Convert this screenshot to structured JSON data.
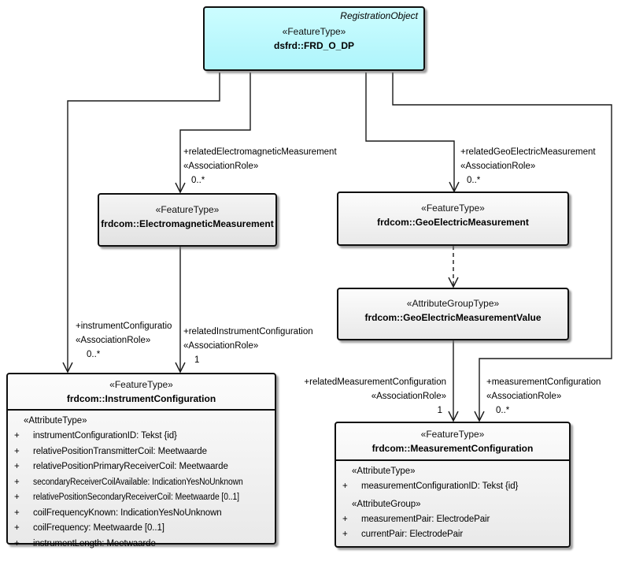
{
  "diagram": {
    "classes": {
      "frd_o_dp": {
        "annotation": "RegistrationObject",
        "stereotype": "«FeatureType»",
        "name": "dsfrd::FRD_O_DP"
      },
      "electromagnetic_measurement": {
        "stereotype": "«FeatureType»",
        "name": "frdcom::ElectromagneticMeasurement"
      },
      "geoelectric_measurement": {
        "stereotype": "«FeatureType»",
        "name": "frdcom::GeoElectricMeasurement"
      },
      "geoelectric_measurement_value": {
        "stereotype": "«AttributeGroupType»",
        "name": "frdcom::GeoElectricMeasurementValue"
      },
      "instrument_configuration": {
        "stereotype": "«FeatureType»",
        "name": "frdcom::InstrumentConfiguration",
        "sections": [
          {
            "heading": "«AttributeType»",
            "attributes": [
              {
                "vis": "+",
                "text": "instrumentConfigurationID: Tekst {id}"
              },
              {
                "vis": "+",
                "text": "relativePositionTransmitterCoil: Meetwaarde"
              },
              {
                "vis": "+",
                "text": "relativePositionPrimaryReceiverCoil: Meetwaarde"
              },
              {
                "vis": "+",
                "text": "secondaryReceiverCoilAvailable: IndicationYesNoUnknown"
              },
              {
                "vis": "+",
                "text": "relativePositionSecondaryReceiverCoil: Meetwaarde [0..1]"
              },
              {
                "vis": "+",
                "text": "coilFrequencyKnown: IndicationYesNoUnknown"
              },
              {
                "vis": "+",
                "text": "coilFrequency: Meetwaarde [0..1]"
              },
              {
                "vis": "+",
                "text": "instrumentLength: Meetwaarde"
              }
            ]
          }
        ]
      },
      "measurement_configuration": {
        "stereotype": "«FeatureType»",
        "name": "frdcom::MeasurementConfiguration",
        "sections": [
          {
            "heading": "«AttributeType»",
            "attributes": [
              {
                "vis": "+",
                "text": "measurementConfigurationID: Tekst {id}"
              }
            ]
          },
          {
            "heading": "«AttributeGroup»",
            "attributes": [
              {
                "vis": "+",
                "text": "measurementPair: ElectrodePair"
              },
              {
                "vis": "+",
                "text": "currentPair: ElectrodePair"
              }
            ]
          }
        ]
      }
    },
    "association_labels": {
      "related_electromagnetic": {
        "role": "+relatedElectromagneticMeasurement",
        "stereotype": "«AssociationRole»",
        "multiplicity": "0..*"
      },
      "related_geoelectric": {
        "role": "+relatedGeoElectricMeasurement",
        "stereotype": "«AssociationRole»",
        "multiplicity": "0..*"
      },
      "instrument_configuration": {
        "role": "+instrumentConfiguratio",
        "stereotype": "«AssociationRole»",
        "multiplicity": "0..*"
      },
      "related_instrument_configuration": {
        "role": "+relatedInstrumentConfiguration",
        "stereotype": "«AssociationRole»",
        "multiplicity": "1"
      },
      "related_measurement_configuration": {
        "role": "+relatedMeasurementConfiguration",
        "stereotype": "«AssociationRole»",
        "multiplicity": "1"
      },
      "measurement_configuration": {
        "role": "+measurementConfiguration",
        "stereotype": "«AssociationRole»",
        "multiplicity": "0..*"
      }
    },
    "colors": {
      "feature_highlight_fill": "#bdf8fd",
      "box_fill": "#efefef",
      "border": "#0f0f0f",
      "connector": "#1a1a1a"
    }
  }
}
